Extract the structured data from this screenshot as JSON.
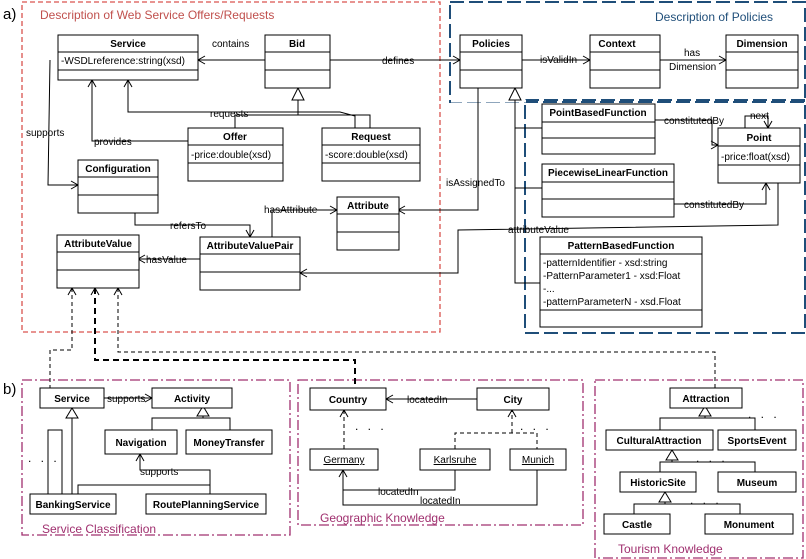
{
  "panel_labels": {
    "a": "a)",
    "b": "b)"
  },
  "regions": {
    "web_service": "Description of Web Service Offers/Requests",
    "policies": "Description of Policies",
    "service_classification": "Service Classification",
    "geographic": "Geographic Knowledge",
    "tourism": "Tourism Knowledge"
  },
  "classes": {
    "service": {
      "name": "Service",
      "attr": "-WSDLreference:string(xsd)"
    },
    "bid": {
      "name": "Bid"
    },
    "offer": {
      "name": "Offer",
      "attr": "-price:double(xsd)"
    },
    "request": {
      "name": "Request",
      "attr": "-score:double(xsd)"
    },
    "configuration": {
      "name": "Configuration"
    },
    "attribute": {
      "name": "Attribute"
    },
    "attribute_value": {
      "name": "AttributeValue"
    },
    "attribute_value_pair": {
      "name": "AttributeValuePair"
    },
    "policies": {
      "name": "Policies"
    },
    "context": {
      "name": "Context"
    },
    "dimension": {
      "name": "Dimension"
    },
    "point_based_function": {
      "name": "PointBasedFunction"
    },
    "point": {
      "name": "Point",
      "attr": "-price:float(xsd)"
    },
    "piecewise_linear_function": {
      "name": "PiecewiseLinearFunction"
    },
    "pattern_based_function": {
      "name": "PatternBasedFunction",
      "attrs": [
        "-patternIdentifier - xsd:string",
        "-PatternParameter1 - xsd:Float",
        "-...",
        "-patternParameterN - xsd.Float"
      ]
    }
  },
  "relations": {
    "contains": "contains",
    "defines": "defines",
    "supports": "supports",
    "provides": "provides",
    "requests": "requests",
    "refers_to": "refersTo",
    "has_attribute": "hasAttribute",
    "has_value": "hasValue",
    "is_assigned_to": "isAssignedTo",
    "is_valid_in": "isValidIn",
    "has_dimension_1": "has",
    "has_dimension_2": "Dimension",
    "constituted_by_1": "constitutedBy",
    "constituted_by_2": "constitutedBy",
    "next": "next",
    "attribute_value": "attributeValue"
  },
  "service_classification": {
    "service": "Service",
    "supports_1": "supports",
    "activity": "Activity",
    "navigation": "Navigation",
    "money_transfer": "MoneyTransfer",
    "supports_2": "supports",
    "banking_service": "BankingService",
    "route_planning_service": "RoutePlanningService",
    "dots": ". . ."
  },
  "geographic": {
    "country": "Country",
    "located_in_1": "locatedIn",
    "city": "City",
    "germany": "Germany",
    "karlsruhe": "Karlsruhe",
    "munich": "Munich",
    "located_in_2": "locatedIn",
    "located_in_3": "locatedIn",
    "dots_1": ". . .",
    "dots_2": ". . ."
  },
  "tourism": {
    "attraction": "Attraction",
    "cultural_attraction": "CulturalAttraction",
    "sports_event": "SportsEvent",
    "historic_site": "HistoricSite",
    "museum": "Museum",
    "castle": "Castle",
    "monument": "Monument",
    "dots_1": ". . .",
    "dots_2": ". . .",
    "dots_3": ". . ."
  }
}
